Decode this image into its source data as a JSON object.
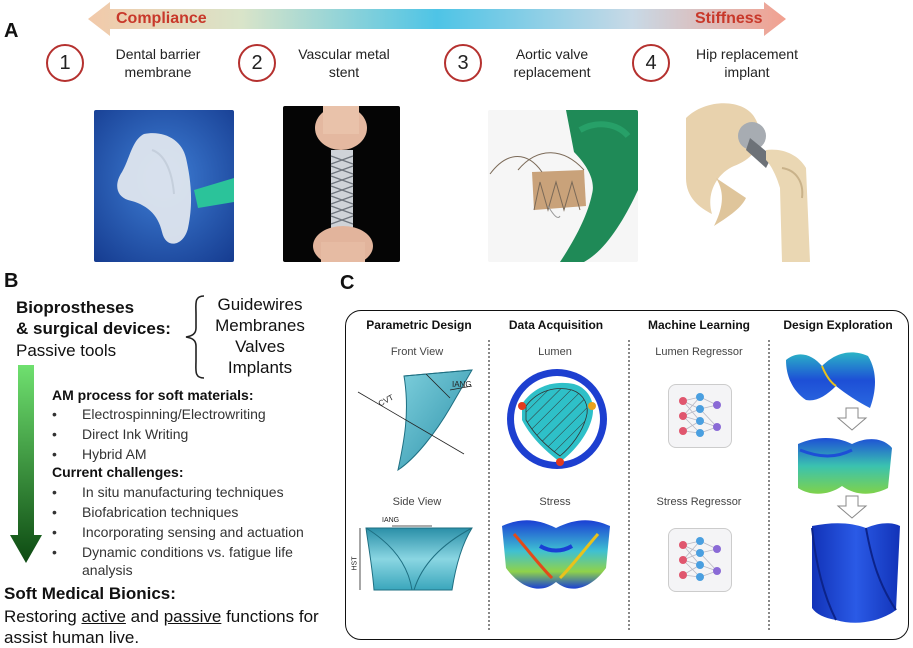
{
  "panel_a": {
    "letter": "A",
    "arrow_left_label": "Compliance",
    "arrow_right_label": "Stiffness",
    "items": [
      {
        "num": "1",
        "line1": "Dental barrier",
        "line2": "membrane"
      },
      {
        "num": "2",
        "line1": "Vascular metal",
        "line2": "stent"
      },
      {
        "num": "3",
        "line1": "Aortic valve",
        "line2": "replacement"
      },
      {
        "num": "4",
        "line1": "Hip replacement",
        "line2": "implant"
      }
    ]
  },
  "panel_b": {
    "letter": "B",
    "heading1": "Bioprostheses",
    "heading2": "& surgical devices:",
    "passive": "Passive tools",
    "brace_items": [
      "Guidewires",
      "Membranes",
      "Valves",
      "Implants"
    ],
    "am_title": "AM process for soft materials:",
    "am_items": [
      "Electrospinning/Electrowriting",
      "Direct Ink Writing",
      "Hybrid AM"
    ],
    "challenges_title": "Current challenges:",
    "challenges_items": [
      "In situ manufacturing techniques",
      "Biofabrication techniques",
      "Incorporating sensing and actuation",
      "Dynamic conditions vs. fatigue life",
      "analysis"
    ],
    "soft_title": "Soft Medical Bionics:",
    "soft_line1_a": "Restoring ",
    "soft_line1_active": "active",
    "soft_line1_b": " and ",
    "soft_line1_passive": "passive",
    "soft_line1_c": " functions for",
    "soft_line2": "assist human live."
  },
  "panel_c": {
    "letter": "C",
    "columns": [
      "Parametric Design",
      "Data Acquisition",
      "Machine Learning",
      "Design Exploration"
    ],
    "front_view": "Front View",
    "side_view": "Side View",
    "lumen": "Lumen",
    "stress": "Stress",
    "lumen_regressor": "Lumen Regressor",
    "stress_regressor": "Stress Regressor",
    "label_iang": "IANG",
    "label_cvt": "CVT",
    "label_hst": "HST"
  }
}
